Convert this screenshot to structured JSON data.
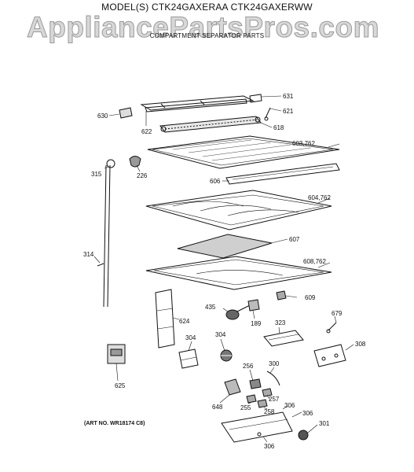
{
  "header": {
    "model_line": "MODEL(S) CTK24GAXERAA  CTK24GAXERWW",
    "section_title": "COMPARTMENT SEPARATOR PARTS",
    "watermark": "AppliancePartsPros.com"
  },
  "art_number": "(ART NO. WR18174 C8)",
  "part_labels": {
    "p631": "631",
    "p621": "621",
    "p630": "630",
    "p622": "622",
    "p618": "618",
    "p603": "603,762",
    "p315": "315",
    "p226": "226",
    "p606": "606",
    "p604": "604,762",
    "p607": "607",
    "p314": "314",
    "p608": "608,762",
    "p609": "609",
    "p435": "435",
    "p189": "189",
    "p323": "323",
    "p679": "679",
    "p624": "624",
    "p304a": "304",
    "p304b": "304",
    "p308": "308",
    "p300": "300",
    "p256": "256",
    "p625": "625",
    "p257": "257",
    "p648": "648",
    "p255": "255",
    "p258": "258",
    "p306a": "306",
    "p306b": "306",
    "p301": "301",
    "p306c": "306"
  }
}
